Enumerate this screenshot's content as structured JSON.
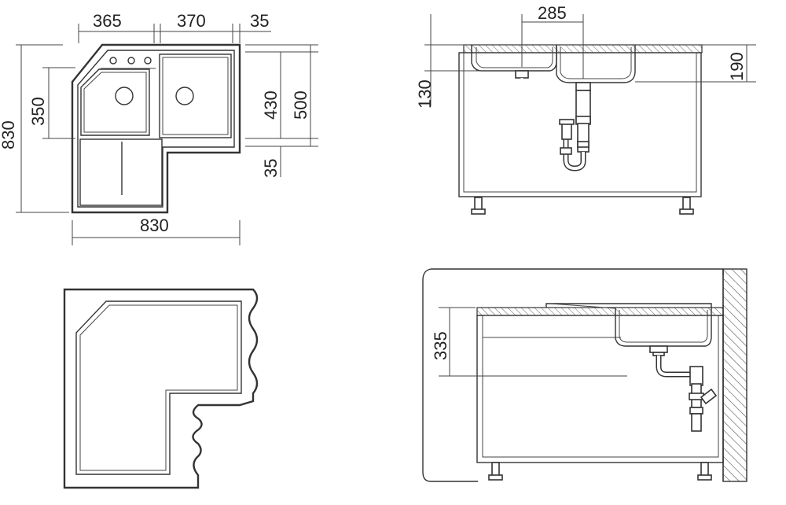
{
  "dimensions": {
    "top_left_width": "365",
    "top_mid_width": "370",
    "top_right_width": "35",
    "left_height": "830",
    "bowl_height": "350",
    "right_bowl_height": "430",
    "right_total_height": "500",
    "right_bottom": "35",
    "bottom_width": "830",
    "side_spacing": "285",
    "side_depth_left": "130",
    "side_depth_right": "190",
    "cabinet_depth": "335"
  },
  "colors": {
    "line": "#333333",
    "hatch": "#555555",
    "countertop_fill": "#eeeeee"
  }
}
